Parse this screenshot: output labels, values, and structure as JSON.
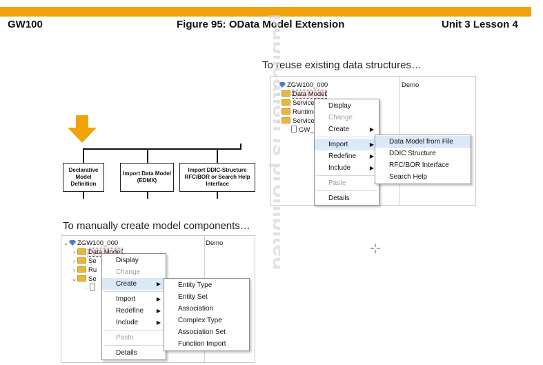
{
  "header": {
    "left": "GW100",
    "center": "Figure 95: OData Model Extension",
    "right": "Unit 3 Lesson 4"
  },
  "watermark": "publication is prohibited",
  "colors": {
    "accent": "#f0a30a",
    "folder": "#e9b63f",
    "highlight": "#dbe8f7"
  },
  "diagram": {
    "boxes": [
      "Declarative Model Definition",
      "Import Data Model (EDMX)",
      "Import DDIC-Structure RFC/BOR or Search Help Interface"
    ]
  },
  "top": {
    "caption": "To reuse existing data structures…",
    "tree": {
      "root": "ZGW100_000",
      "items": [
        "Data Model",
        "Service",
        "Runtime",
        "Service",
        "GW_"
      ],
      "col2": "Demo"
    },
    "menu": [
      "Display",
      "Change",
      "Create",
      "Import",
      "Redefine",
      "Include",
      "Paste",
      "Details"
    ],
    "submenu": [
      "Data Model from File",
      "DDIC Structure",
      "RFC/BOR Interface",
      "Search Help"
    ]
  },
  "bottom": {
    "caption": "To manually create model components…",
    "tree": {
      "root": "ZGW100_000",
      "items": [
        "Data Model",
        "Se",
        "Ru",
        "Se"
      ],
      "col2": "Demo"
    },
    "menu": [
      "Display",
      "Change",
      "Create",
      "Import",
      "Redefine",
      "Include",
      "Paste",
      "Details"
    ],
    "submenu": [
      "Entity Type",
      "Entity Set",
      "Association",
      "Complex Type",
      "Association Set",
      "Function Import"
    ]
  },
  "icons": {
    "arrow": "down-arrow-icon",
    "cursor": "crosshair-icon"
  }
}
